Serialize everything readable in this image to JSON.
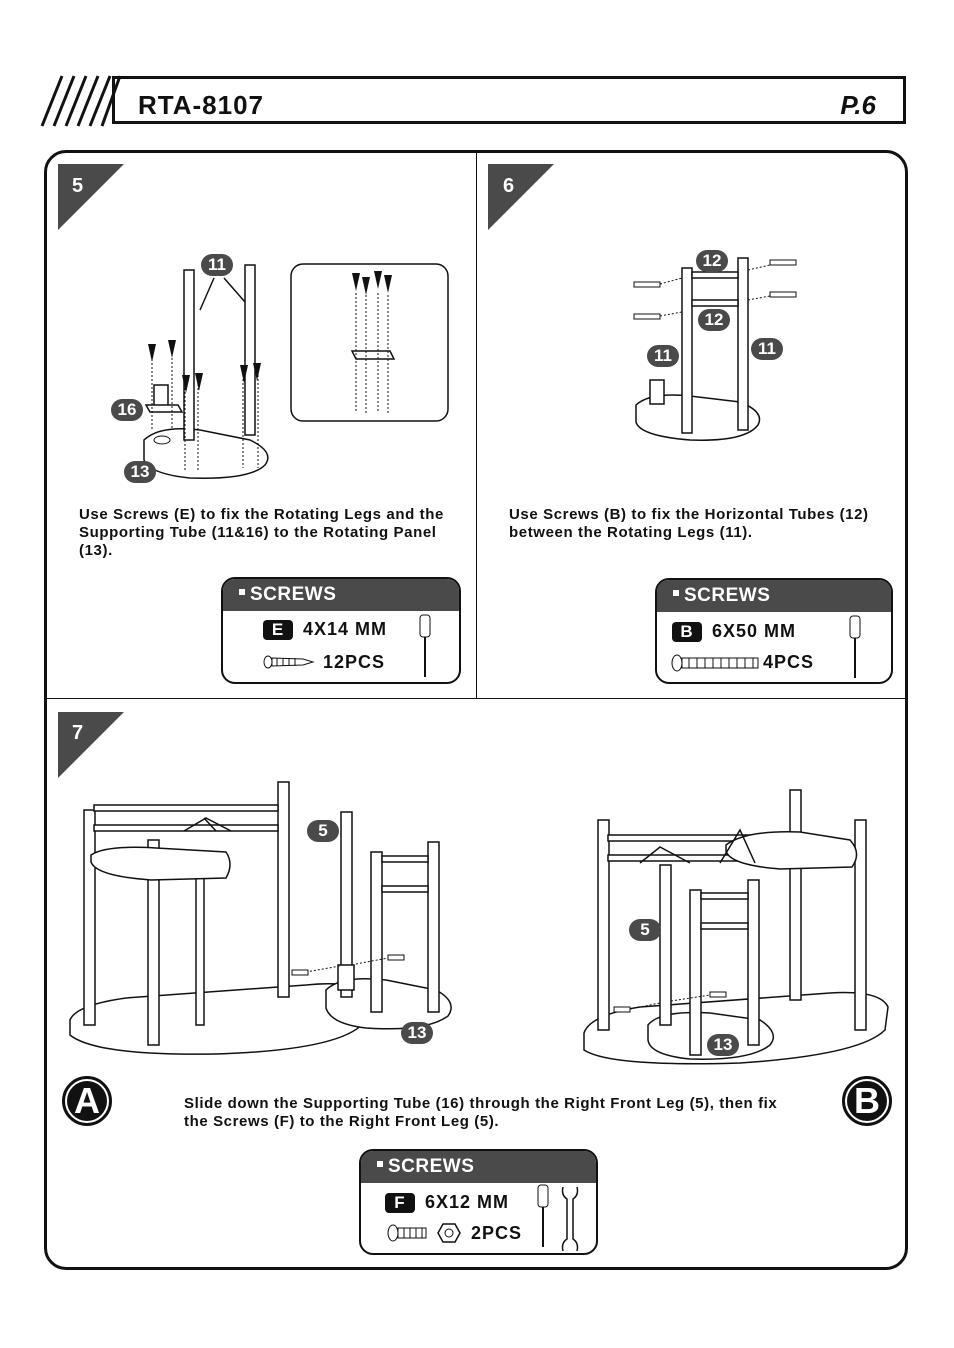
{
  "header": {
    "model": "RTA-8107",
    "page": "P.6"
  },
  "steps": [
    {
      "number": "5",
      "instruction": "Use Screws (E) to fix the Rotating Legs and the Supporting Tube (11&16) to the Rotating Panel (13).",
      "callouts": [
        "11",
        "16",
        "13"
      ],
      "screws": {
        "heading": "SCREWS",
        "letter": "E",
        "size": "4X14 MM",
        "qty": "12PCS"
      }
    },
    {
      "number": "6",
      "instruction": "Use Screws (B) to fix the Horizontal Tubes (12) between the Rotating Legs (11).",
      "callouts": [
        "12",
        "12",
        "11",
        "11"
      ],
      "screws": {
        "heading": "SCREWS",
        "letter": "B",
        "size": "6X50 MM",
        "qty": "4PCS"
      }
    },
    {
      "number": "7",
      "instruction": "Slide down the Supporting Tube (16) through the Right Front Leg (5), then fix the Screws (F) to the Right Front Leg (5).",
      "callouts_a": [
        "5",
        "13"
      ],
      "callouts_b": [
        "5",
        "13"
      ],
      "views": [
        "A",
        "B"
      ],
      "screws": {
        "heading": "SCREWS",
        "letter": "F",
        "size": "6X12 MM",
        "qty": "2PCS"
      }
    }
  ]
}
